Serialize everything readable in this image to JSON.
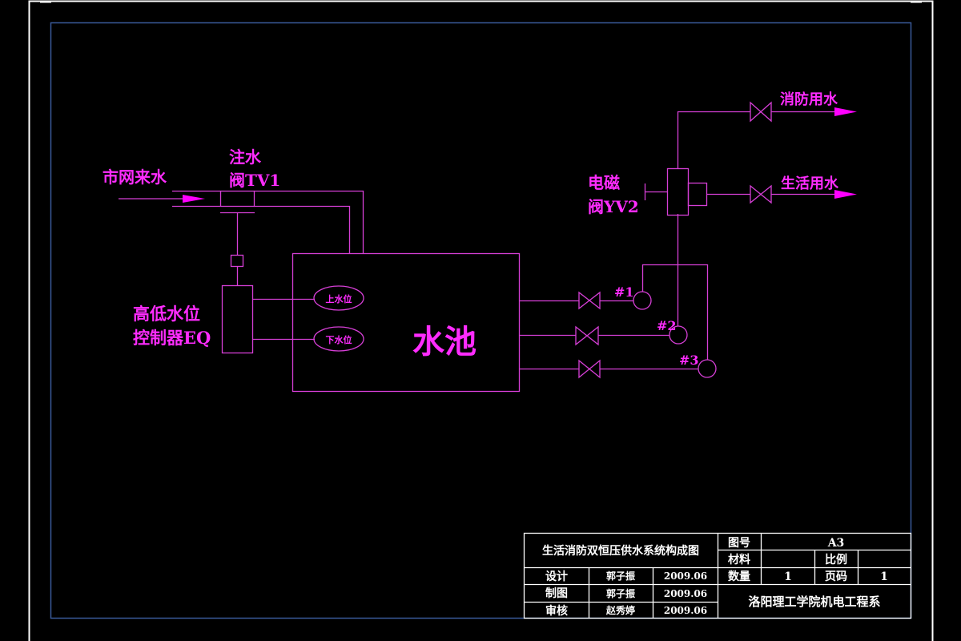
{
  "colors": {
    "background": "#000000",
    "sheet_border": "#ffffff",
    "drawing_frame": "#3a5a9a",
    "diagram_line": "#d63fd6",
    "diagram_text": "#ff2cff",
    "title_block": "#ffffff"
  },
  "diagram": {
    "inlet_label": "市网来水",
    "fill_valve_label_line1": "注水",
    "fill_valve_label_line2": "阀TV1",
    "controller_label_line1": "高低水位",
    "controller_label_line2": "控制器EQ",
    "upper_level_sensor": "上水位",
    "lower_level_sensor": "下水位",
    "tank_label": "水池",
    "solenoid_valve_label_line1": "电磁",
    "solenoid_valve_label_line2": "阀YV2",
    "fire_water_outlet": "消防用水",
    "domestic_water_outlet": "生活用水",
    "pumps": [
      "#1",
      "#2",
      "#3"
    ]
  },
  "title_block": {
    "drawing_title": "生活消防双恒压供水系统构成图",
    "drawing_no_label": "图号",
    "drawing_no_value": "A3",
    "material_label": "材料",
    "material_value": "",
    "scale_label": "比例",
    "scale_value": "",
    "quantity_label": "数量",
    "quantity_value": "1",
    "page_label": "页码",
    "page_value": "1",
    "institution": "洛阳理工学院机电工程系",
    "signoffs": [
      {
        "role": "设计",
        "name": "郭子振",
        "date": "2009.06"
      },
      {
        "role": "制图",
        "name": "郭子振",
        "date": "2009.06"
      },
      {
        "role": "审核",
        "name": "赵秀婷",
        "date": "2009.06"
      }
    ]
  }
}
